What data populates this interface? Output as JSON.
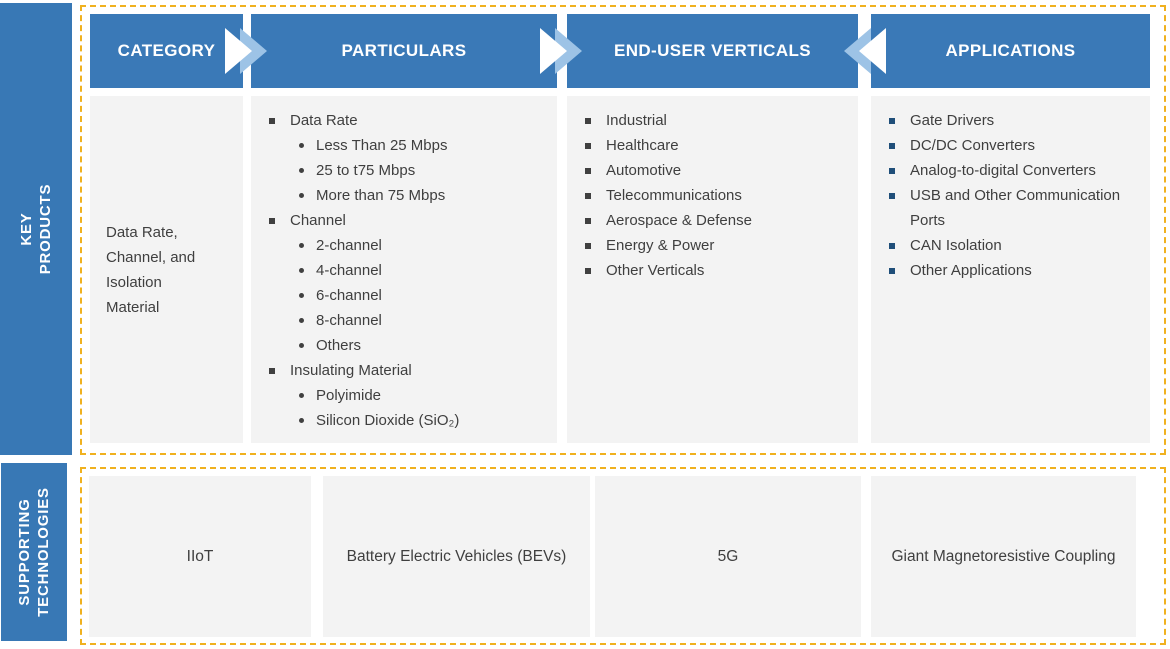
{
  "colors": {
    "header_blue": "#3A79B7",
    "bar_blue": "#3878B5",
    "arrow_light": "#9DC3E6",
    "dash_gold": "#F0B11F",
    "cell_bg": "#F3F3F3",
    "text_dark": "#3F3F3F",
    "bullet_dark": "#404040",
    "bullet_navy": "#1F4E79"
  },
  "side_labels": {
    "top": "KEY PRODUCTS",
    "bottom": "SUPPORTING\nTECHNOLOGIES"
  },
  "headers": [
    {
      "label": "CATEGORY"
    },
    {
      "label": "PARTICULARS"
    },
    {
      "label": "END-USER VERTICALS"
    },
    {
      "label": "APPLICATIONS"
    }
  ],
  "arrows": [
    {
      "between": "category-particulars",
      "direction": "right"
    },
    {
      "between": "particulars-end-user-verticals",
      "direction": "right"
    },
    {
      "between": "applications-end-user-verticals",
      "direction": "left"
    }
  ],
  "category": {
    "text": "Data Rate,\nChannel, and\nIsolation\nMaterial"
  },
  "particulars": {
    "items": [
      {
        "level": 1,
        "text": "Data Rate"
      },
      {
        "level": 2,
        "text": "Less Than 25 Mbps"
      },
      {
        "level": 2,
        "text": "25 to t75 Mbps"
      },
      {
        "level": 2,
        "text": "More than 75 Mbps"
      },
      {
        "level": 1,
        "text": "Channel"
      },
      {
        "level": 2,
        "text": "2-channel"
      },
      {
        "level": 2,
        "text": "4-channel"
      },
      {
        "level": 2,
        "text": "6-channel"
      },
      {
        "level": 2,
        "text": "8-channel"
      },
      {
        "level": 2,
        "text": "Others"
      },
      {
        "level": 1,
        "text": "Insulating Material"
      },
      {
        "level": 2,
        "text": "Polyimide"
      },
      {
        "level": 2,
        "text": "Silicon Dioxide (SiO₂)"
      }
    ]
  },
  "end_user_verticals": {
    "items": [
      {
        "level": 1,
        "text": "Industrial"
      },
      {
        "level": 1,
        "text": "Healthcare"
      },
      {
        "level": 1,
        "text": "Automotive"
      },
      {
        "level": 1,
        "text": "Telecommunications"
      },
      {
        "level": 1,
        "text": "Aerospace & Defense"
      },
      {
        "level": 1,
        "text": "Energy & Power"
      },
      {
        "level": 1,
        "text": "Other Verticals"
      }
    ]
  },
  "applications": {
    "items": [
      {
        "level": 1,
        "text": "Gate Drivers"
      },
      {
        "level": 1,
        "text": "DC/DC Converters"
      },
      {
        "level": 1,
        "text": "Analog-to-digital Converters"
      },
      {
        "level": 1,
        "text": "USB and Other Communication Ports"
      },
      {
        "level": 1,
        "text": "CAN Isolation"
      },
      {
        "level": 1,
        "text": "Other Applications"
      }
    ]
  },
  "supporting_technologies": {
    "items": [
      "IIoT",
      "Battery Electric Vehicles (BEVs)",
      "5G",
      "Giant Magnetoresistive Coupling"
    ]
  }
}
